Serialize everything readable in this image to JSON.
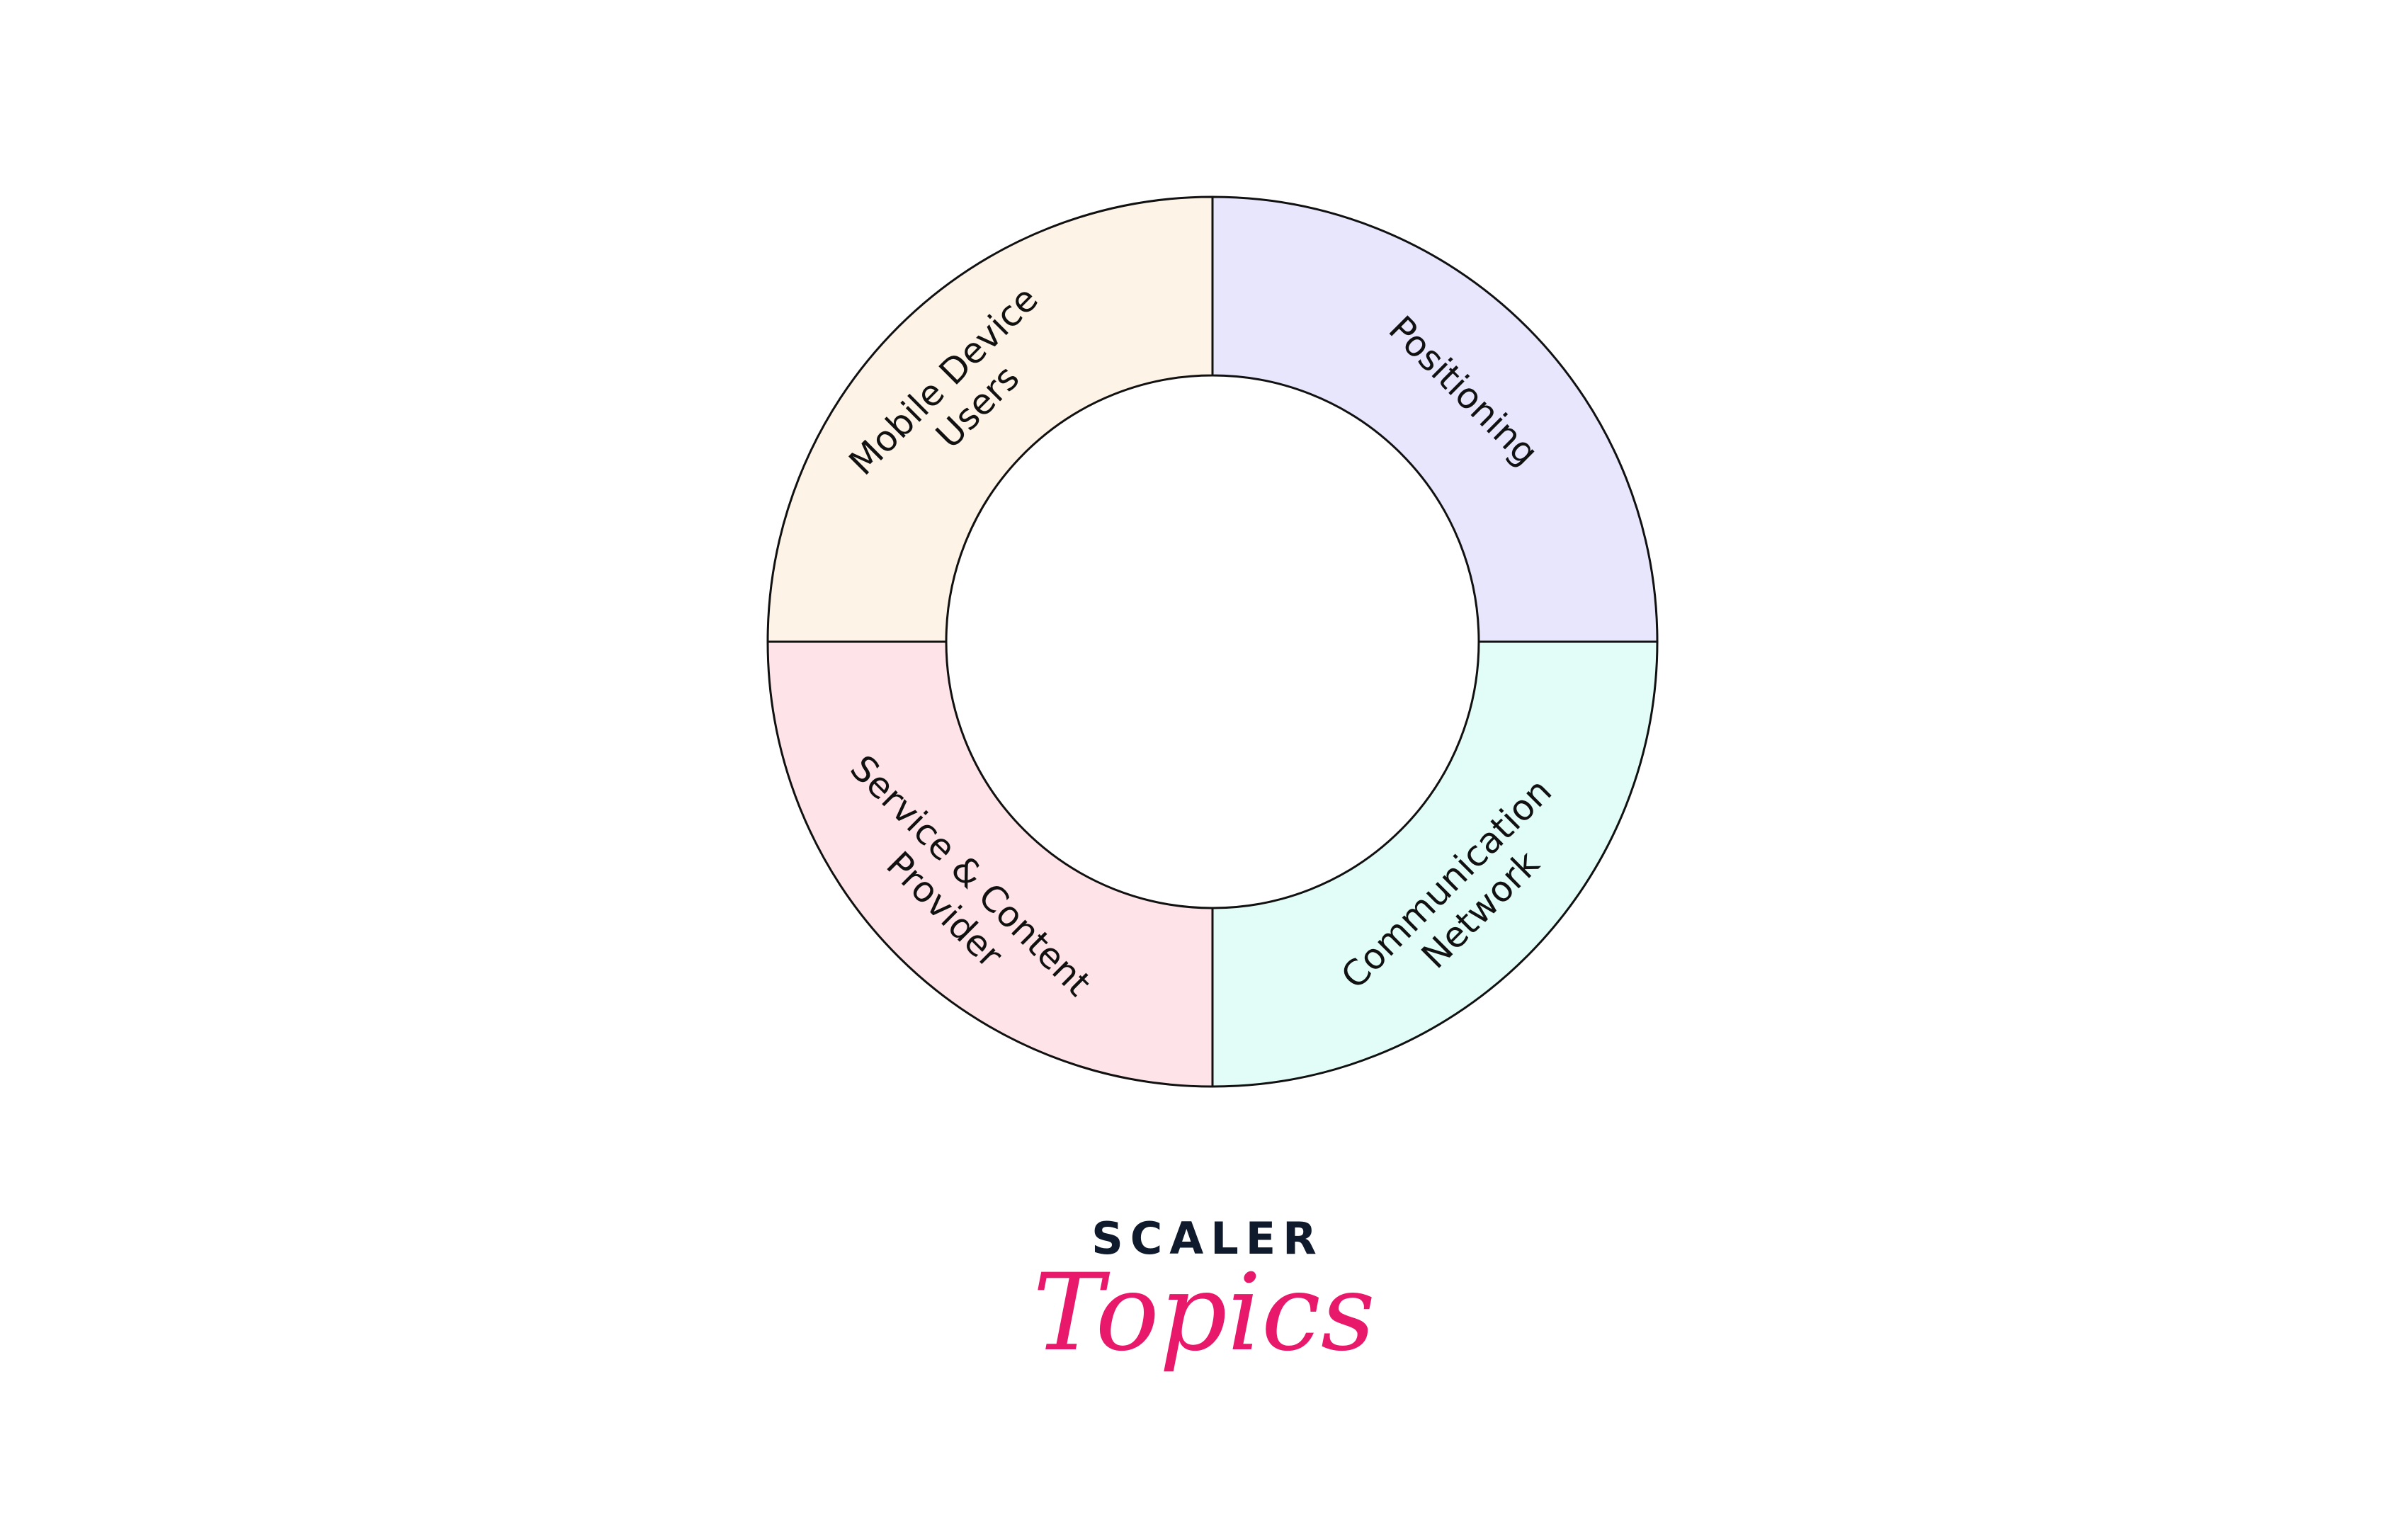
{
  "diagram": {
    "segments": [
      {
        "lines": [
          "Mobile Device",
          "Users"
        ],
        "color": "#fdf4e7"
      },
      {
        "lines": [
          "Positioning"
        ],
        "color": "#e7e6fd"
      },
      {
        "lines": [
          "Communication",
          "Network"
        ],
        "color": "#e2fdf8"
      },
      {
        "lines": [
          "Service & Content",
          "Provider"
        ],
        "color": "#fee4e8"
      }
    ]
  },
  "logo": {
    "brand": "SCALER",
    "sub": "Topics",
    "brand_color": "#0f1a2c",
    "sub_color": "#e8196b"
  }
}
